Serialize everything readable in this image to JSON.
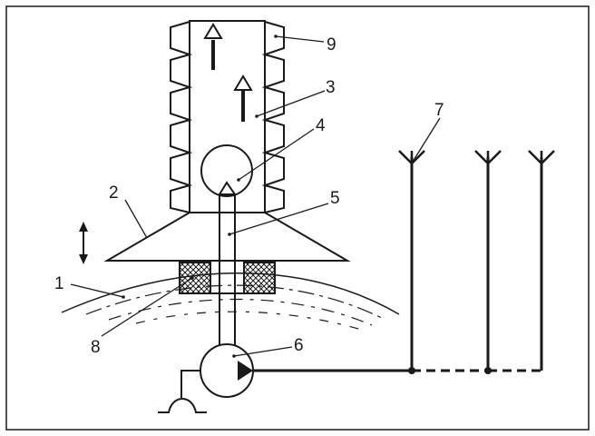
{
  "labels": {
    "l1": "1",
    "l2": "2",
    "l3": "3",
    "l4": "4",
    "l5": "5",
    "l6": "6",
    "l7": "7",
    "l8": "8",
    "l9": "9"
  },
  "colors": {
    "ink": "#1a1a1a",
    "background": "#ffffff"
  }
}
